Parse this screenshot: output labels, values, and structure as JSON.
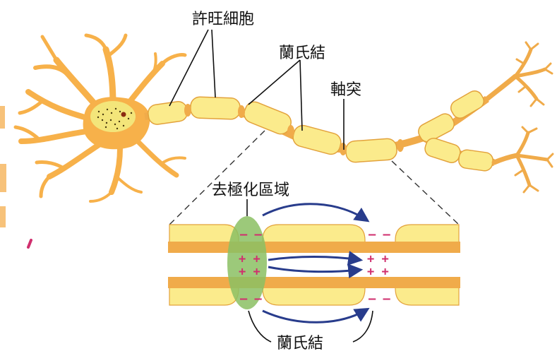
{
  "labels": {
    "schwann_cell": "許旺細胞",
    "node_of_ranvier_top": "蘭氏結",
    "axon": "軸突",
    "depolarized_region": "去極化區域",
    "node_of_ranvier_bottom": "蘭氏結"
  },
  "charges": {
    "negative": "– –",
    "positive": "+ +"
  },
  "colors": {
    "cell_body": "#f7b14a",
    "nucleus": "#f3e57a",
    "myelin": "#fbeb8c",
    "myelin_stroke": "#e3a23c",
    "axon_band": "#f0ab4a",
    "depolarized": "#8bc063",
    "current_arrow": "#283c8c",
    "charge_sign": "#d02f6e"
  }
}
